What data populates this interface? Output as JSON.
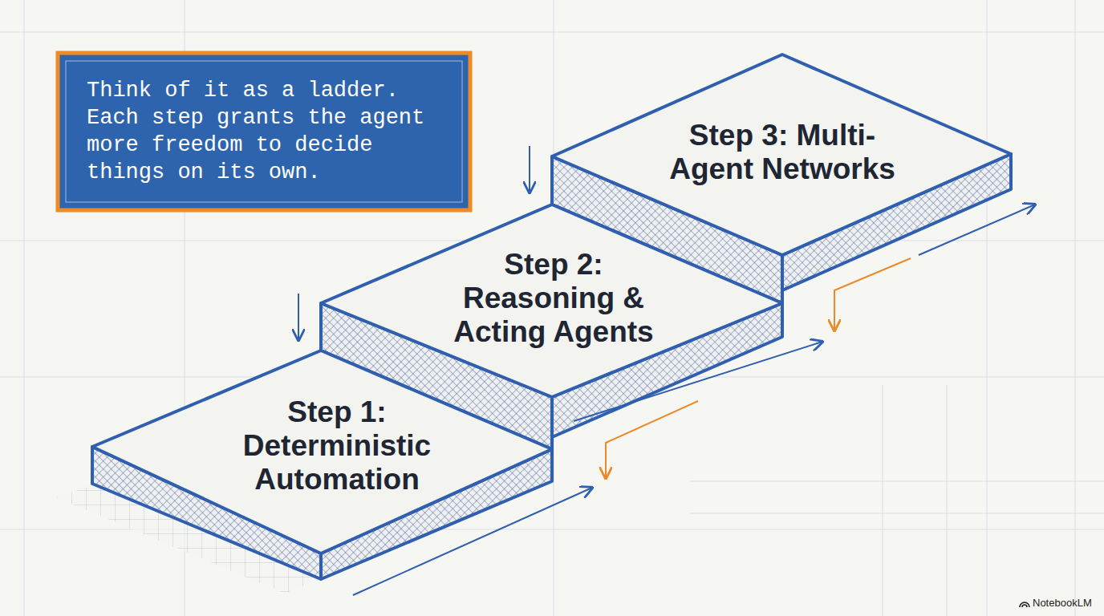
{
  "diagram": {
    "nodes": [
      {
        "text": [
          "Think of it as a ladder. Each step grants the agent more freedom to decide things on its own."
        ]
      },
      {
        "text": [
          "Step 1: Deterministic Automation"
        ]
      },
      {
        "text": [
          "Step 2: Reasoning & Acting Agents"
        ]
      },
      {
        "text": [
          "Step 3: Multi-Agent Networks"
        ]
      }
    ],
    "labels": [
      "NotebookLM"
    ]
  }
}
